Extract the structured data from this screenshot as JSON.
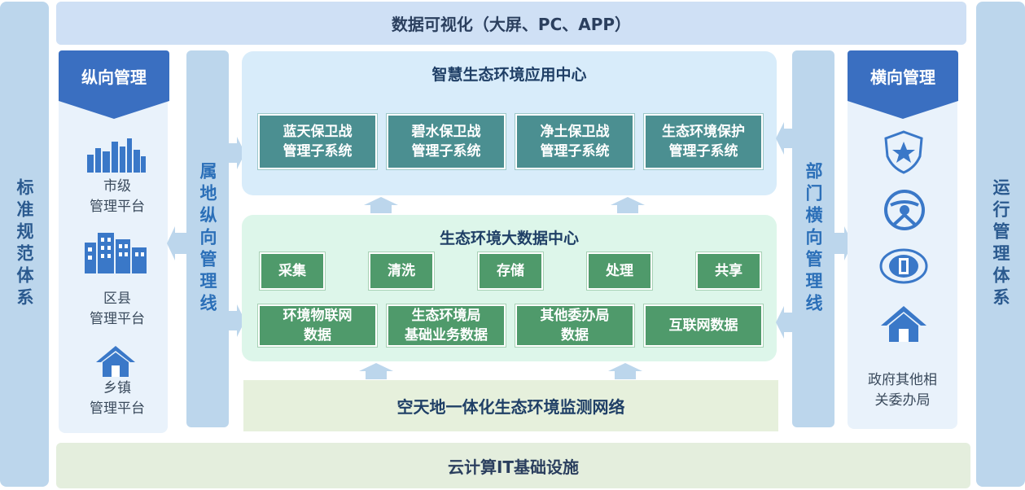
{
  "left_bar": "标准规范体系",
  "right_bar": "运行管理体系",
  "top_bar": "数据可视化（大屏、PC、APP）",
  "bottom_bar": "云计算IT基础设施",
  "vertical_management": {
    "title": "纵向管理",
    "items": [
      {
        "label_line1": "市级",
        "label_line2": "管理平台",
        "icon": "city-skyline-icon"
      },
      {
        "label_line1": "区县",
        "label_line2": "管理平台",
        "icon": "buildings-icon"
      },
      {
        "label_line1": "乡镇",
        "label_line2": "管理平台",
        "icon": "house-icon"
      }
    ]
  },
  "horizontal_management": {
    "title": "横向管理",
    "icons": [
      "police-badge-icon",
      "transport-emblem-icon",
      "tax-emblem-icon",
      "house-icon"
    ],
    "label_line1": "政府其他相",
    "label_line2": "关委办局"
  },
  "left_line": "属地纵向管理线",
  "right_line": "部门横向管理线",
  "app_center": {
    "title": "智慧生态环境应用中心",
    "boxes": [
      {
        "line1": "蓝天保卫战",
        "line2": "管理子系统"
      },
      {
        "line1": "碧水保卫战",
        "line2": "管理子系统"
      },
      {
        "line1": "净土保卫战",
        "line2": "管理子系统"
      },
      {
        "line1": "生态环境保护",
        "line2": "管理子系统"
      }
    ]
  },
  "data_center": {
    "title": "生态环境大数据中心",
    "ops": [
      "采集",
      "清洗",
      "存储",
      "处理",
      "共享"
    ],
    "sources": [
      {
        "line1": "环境物联网",
        "line2": "数据"
      },
      {
        "line1": "生态环境局",
        "line2": "基础业务数据"
      },
      {
        "line1": "其他委办局",
        "line2": "数据"
      },
      {
        "line1": "互联网数据",
        "line2": ""
      }
    ]
  },
  "monitoring": "空天地一体化生态环境监测网络",
  "colors": {
    "blue_header": "#3a6fc1",
    "teal_box": "#4b8f91",
    "green_box": "#4f9a6b",
    "side_bar": "#bcd6ec",
    "icon_blue": "#3a78c8"
  }
}
